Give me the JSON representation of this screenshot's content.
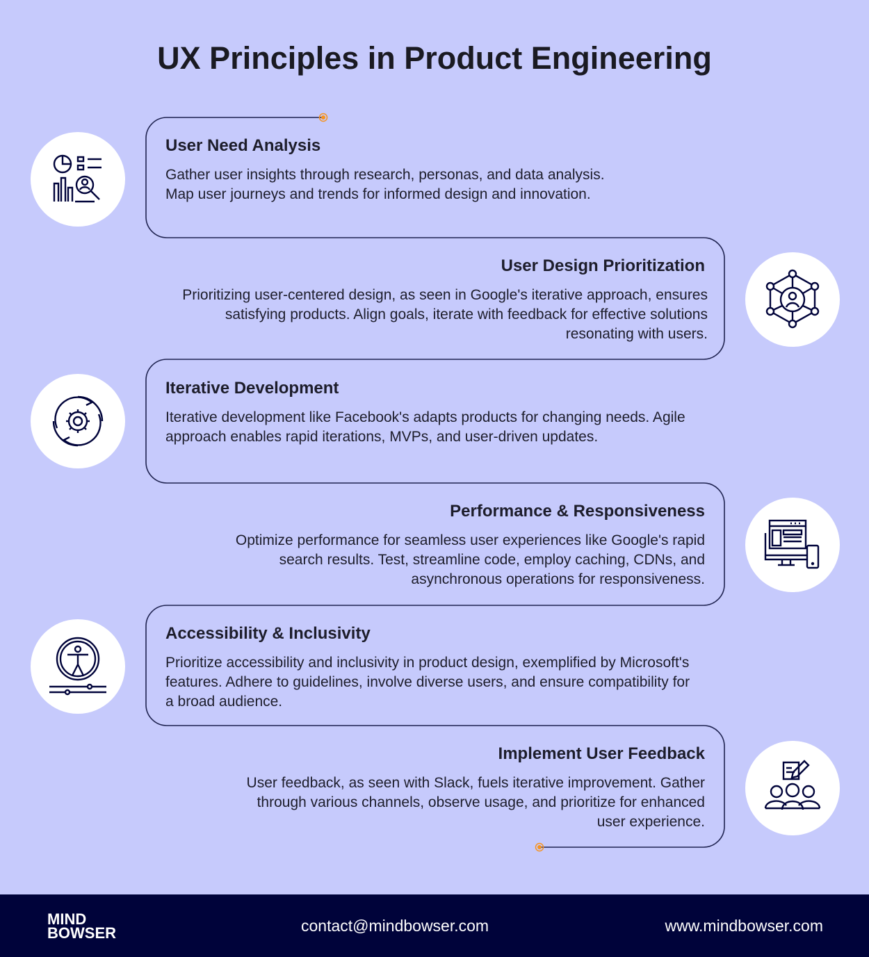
{
  "title": "UX Principles in Product Engineering",
  "principles": [
    {
      "title": "User Need Analysis",
      "body": "Gather user insights through research, personas, and data analysis. Map user journeys and trends for informed design and innovation.",
      "icon": "data-analysis-icon"
    },
    {
      "title": "User Design Prioritization",
      "body": "Prioritizing user-centered design, as seen in Google's iterative approach, ensures satisfying products. Align goals, iterate with feedback for effective solutions resonating with users.",
      "icon": "user-network-icon"
    },
    {
      "title": "Iterative Development",
      "body": "Iterative development like Facebook's adapts products for changing needs. Agile approach enables rapid iterations, MVPs, and user-driven updates.",
      "icon": "gear-cycle-icon"
    },
    {
      "title": "Performance & Responsiveness",
      "body": "Optimize performance for seamless user experiences like Google's rapid search results. Test, streamline code, employ caching, CDNs, and asynchronous operations for responsiveness.",
      "icon": "responsive-devices-icon"
    },
    {
      "title": "Accessibility & Inclusivity",
      "body": "Prioritize accessibility and inclusivity in product design, exemplified by Microsoft's features. Adhere to guidelines, involve diverse users, and ensure compatibility for a broad audience.",
      "icon": "accessibility-icon"
    },
    {
      "title": "Implement User Feedback",
      "body": "User feedback, as seen with Slack, fuels iterative improvement. Gather through various channels, observe usage, and prioritize for enhanced user experience.",
      "icon": "group-feedback-icon"
    }
  ],
  "footer": {
    "logo_line1": "MIND",
    "logo_line2": "BOWSER",
    "email": "contact@mindbowser.com",
    "website": "www.mindbowser.com"
  },
  "colors": {
    "background": "#c6cafc",
    "line": "#1f2350",
    "accent": "#f7931e",
    "footer": "#00033a"
  }
}
